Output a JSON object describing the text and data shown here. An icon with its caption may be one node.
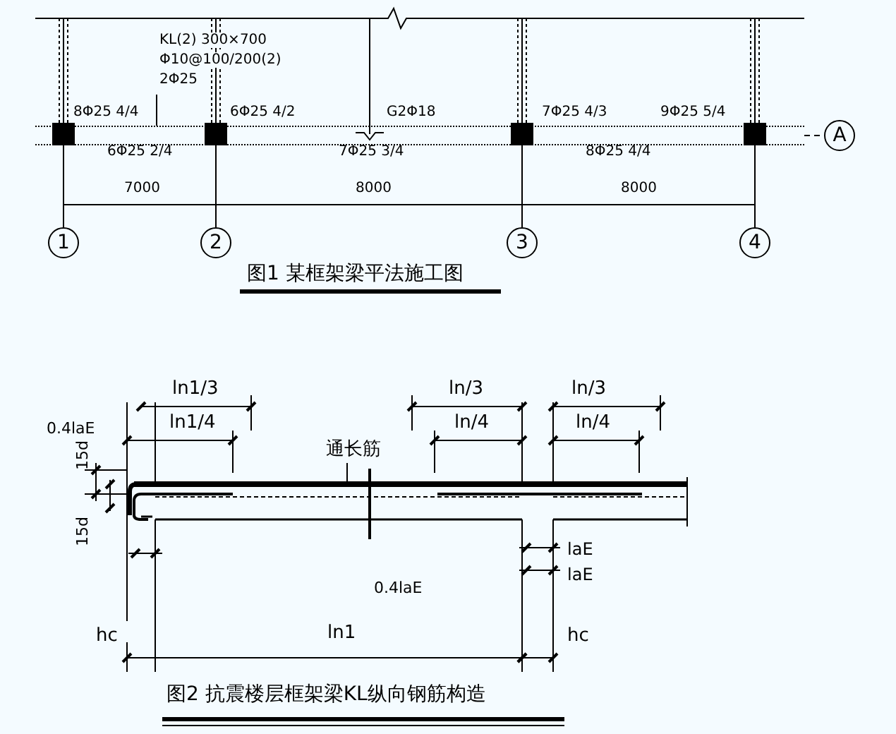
{
  "diagram": {
    "nodes": [
      {
        "text": [
          "KL(2) 300×700",
          "Φ10@100/200(2)",
          "2Φ25"
        ]
      },
      {
        "text": [],
        "shape": "bar",
        "beside": [
          "8Φ25 4/4",
          "6Φ25 4/2",
          "G2Φ18",
          "7Φ25 4/3",
          "9Φ25 5/4",
          "6Φ25 2/4",
          "7Φ25 3/4",
          "8Φ25 4/4"
        ]
      },
      {
        "text": [
          "1"
        ]
      },
      {
        "text": [
          "2"
        ]
      },
      {
        "text": [
          "3"
        ]
      },
      {
        "text": [
          "4"
        ]
      },
      {
        "text": [
          "A"
        ]
      },
      {
        "text": [
          "通长筋"
        ]
      },
      {
        "text": [],
        "shape": "bar"
      },
      {
        "text": [],
        "shape": "box"
      },
      {
        "text": [],
        "shape": "box"
      },
      {
        "text": [],
        "shape": "box"
      },
      {
        "text": [],
        "shape": "box"
      }
    ],
    "edges": [
      {
        "from": 0,
        "to": 1,
        "arrow": "none"
      },
      {
        "from": 7,
        "to": 8,
        "arrow": "none"
      },
      {
        "from": 9,
        "to": 2,
        "arrow": "none"
      },
      {
        "from": 10,
        "to": 3,
        "arrow": "none"
      },
      {
        "from": 11,
        "to": 4,
        "arrow": "none"
      },
      {
        "from": 12,
        "to": 5,
        "arrow": "none"
      },
      {
        "from": 1,
        "to": 6,
        "arrow": "none",
        "style": "dashed"
      }
    ],
    "labels": [
      "7000",
      "8000",
      "8000",
      "图1 某框架梁平法施工图",
      "ln1/3",
      "ln/3",
      "ln/3",
      "0.4laE",
      "ln1/4",
      "ln/4",
      "ln/4",
      "15d",
      "15d",
      "0.4laE",
      "laE",
      "laE",
      "hc",
      "ln1",
      "hc",
      "图2 抗震楼层框架梁KL纵向钢筋构造"
    ]
  }
}
